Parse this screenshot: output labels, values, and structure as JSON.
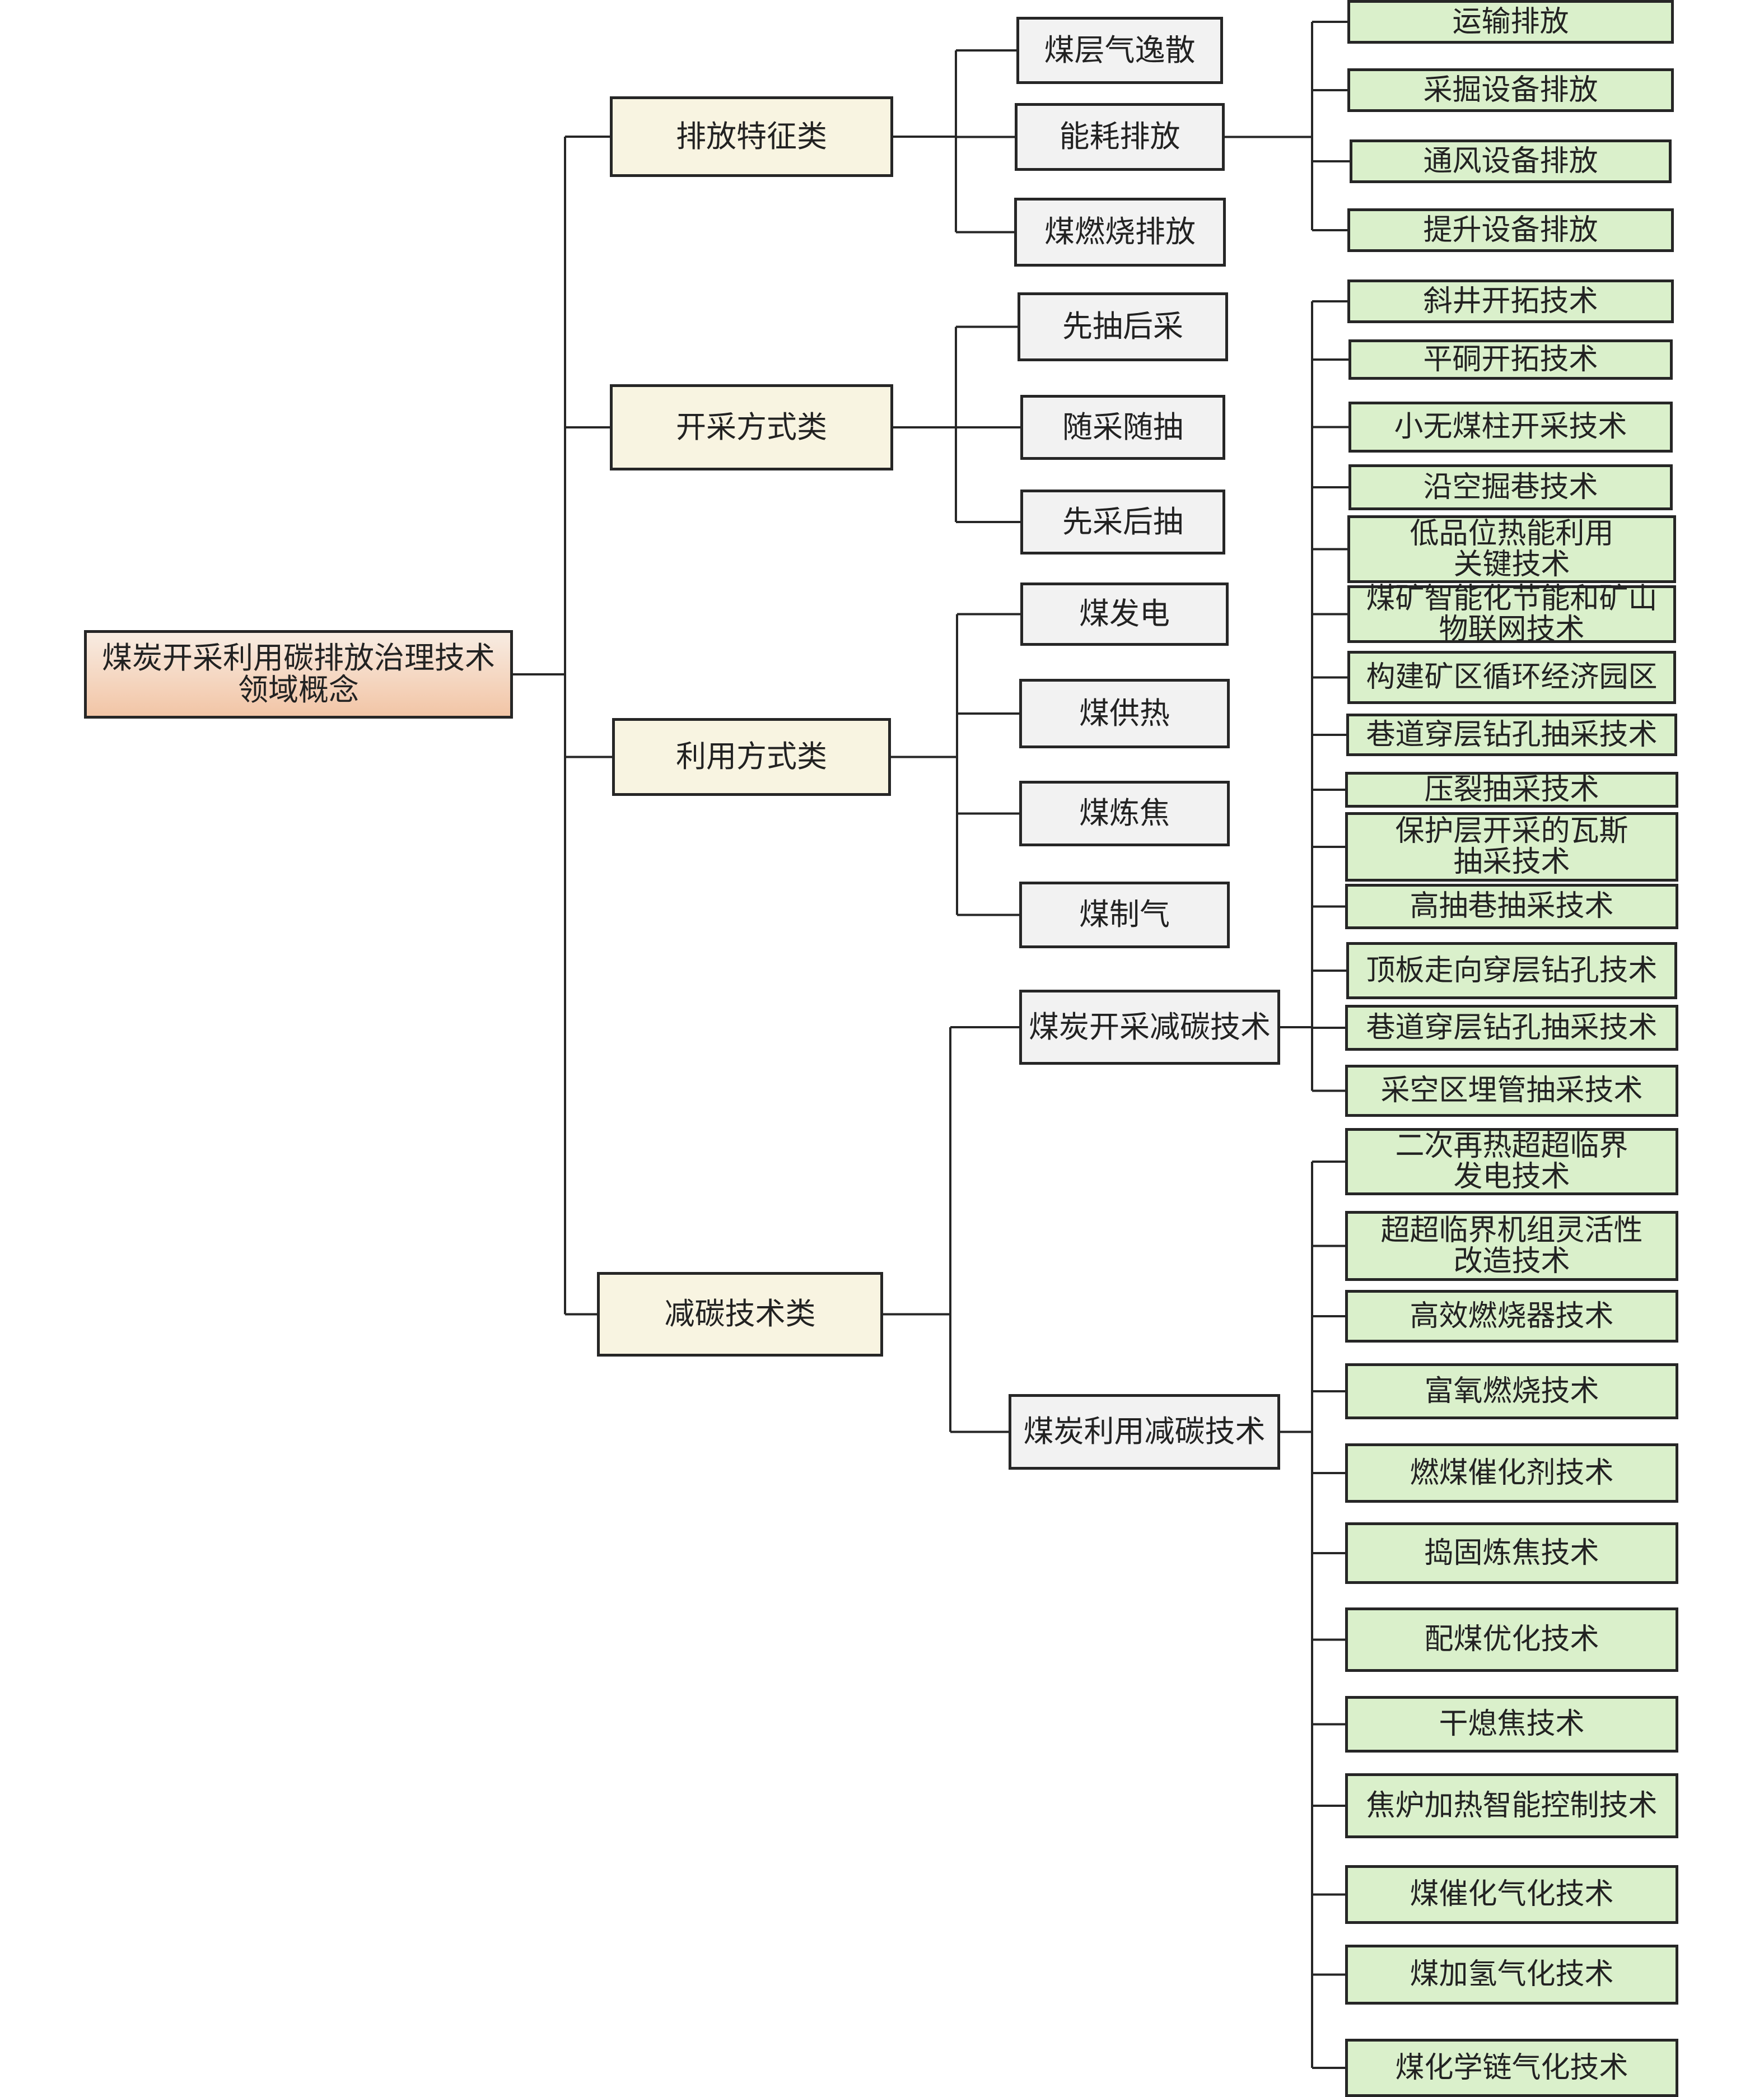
{
  "diagram": {
    "type": "tree",
    "root": {
      "label": "煤炭开采利用碳排放治理技术\n领域概念",
      "children": [
        {
          "label": "排放特征类",
          "children": [
            {
              "label": "煤层气逸散",
              "children": []
            },
            {
              "label": "能耗排放",
              "children": [
                {
                  "label": "运输排放"
                },
                {
                  "label": "采掘设备排放"
                },
                {
                  "label": "通风设备排放"
                },
                {
                  "label": "提升设备排放"
                }
              ]
            },
            {
              "label": "煤燃烧排放",
              "children": []
            }
          ]
        },
        {
          "label": "开采方式类",
          "children": [
            {
              "label": "先抽后采",
              "children": []
            },
            {
              "label": "随采随抽",
              "children": []
            },
            {
              "label": "先采后抽",
              "children": []
            }
          ]
        },
        {
          "label": "利用方式类",
          "children": [
            {
              "label": "煤发电",
              "children": []
            },
            {
              "label": "煤供热",
              "children": []
            },
            {
              "label": "煤炼焦",
              "children": []
            },
            {
              "label": "煤制气",
              "children": []
            }
          ]
        },
        {
          "label": "减碳技术类",
          "children": [
            {
              "label": "煤炭开采减碳技术",
              "children": [
                {
                  "label": "斜井开拓技术"
                },
                {
                  "label": "平硐开拓技术"
                },
                {
                  "label": "小无煤柱开采技术"
                },
                {
                  "label": "沿空掘巷技术"
                },
                {
                  "label": "低品位热能利用\n关键技术"
                },
                {
                  "label": "煤矿智能化节能和矿山\n物联网技术"
                },
                {
                  "label": "构建矿区循环经济园区"
                },
                {
                  "label": "巷道穿层钻孔抽采技术"
                },
                {
                  "label": "压裂抽采技术"
                },
                {
                  "label": "保护层开采的瓦斯\n抽采技术"
                },
                {
                  "label": "高抽巷抽采技术"
                },
                {
                  "label": "顶板走向穿层钻孔技术"
                },
                {
                  "label": "巷道穿层钻孔抽采技术"
                },
                {
                  "label": "采空区埋管抽采技术"
                }
              ]
            },
            {
              "label": "煤炭利用减碳技术",
              "children": [
                {
                  "label": "二次再热超超临界\n发电技术"
                },
                {
                  "label": "超超临界机组灵活性\n改造技术"
                },
                {
                  "label": "高效燃烧器技术"
                },
                {
                  "label": "富氧燃烧技术"
                },
                {
                  "label": "燃煤催化剂技术"
                },
                {
                  "label": "捣固炼焦技术"
                },
                {
                  "label": "配煤优化技术"
                },
                {
                  "label": "干熄焦技术"
                },
                {
                  "label": "焦炉加热智能控制技术"
                },
                {
                  "label": "煤催化气化技术"
                },
                {
                  "label": "煤加氢气化技术"
                },
                {
                  "label": "煤化学链气化技术"
                }
              ]
            }
          ]
        }
      ]
    }
  }
}
